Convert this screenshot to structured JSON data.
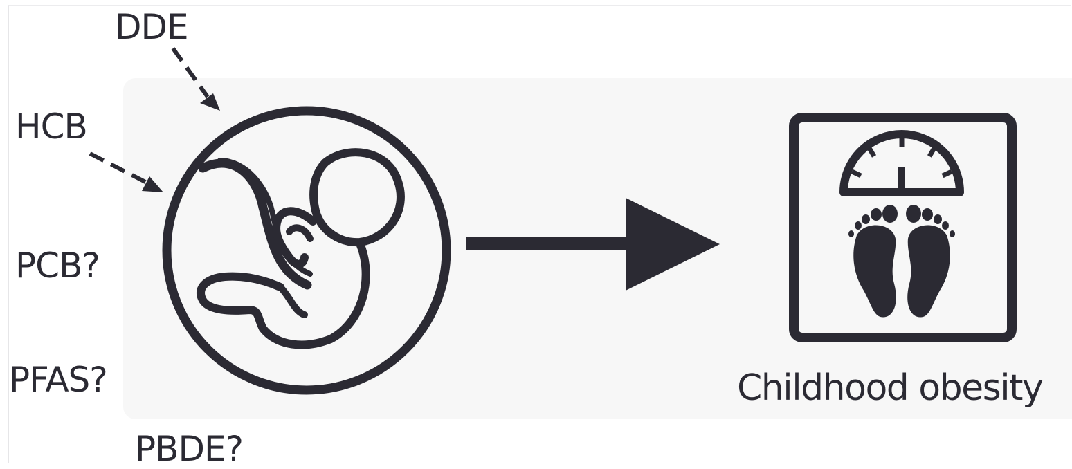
{
  "exposures": {
    "dde": "DDE",
    "hcb": "HCB",
    "pcb": "PCB?",
    "pfas": "PFAS?",
    "pbde": "PBDE?"
  },
  "outcome": {
    "label": "Childhood obesity"
  },
  "icons": {
    "fetus": "fetus-in-womb-icon",
    "arrow": "right-arrow-icon",
    "scale": "bathroom-scale-icon"
  },
  "colors": {
    "ink": "#2b2a33",
    "panel": "#f7f7f7"
  }
}
